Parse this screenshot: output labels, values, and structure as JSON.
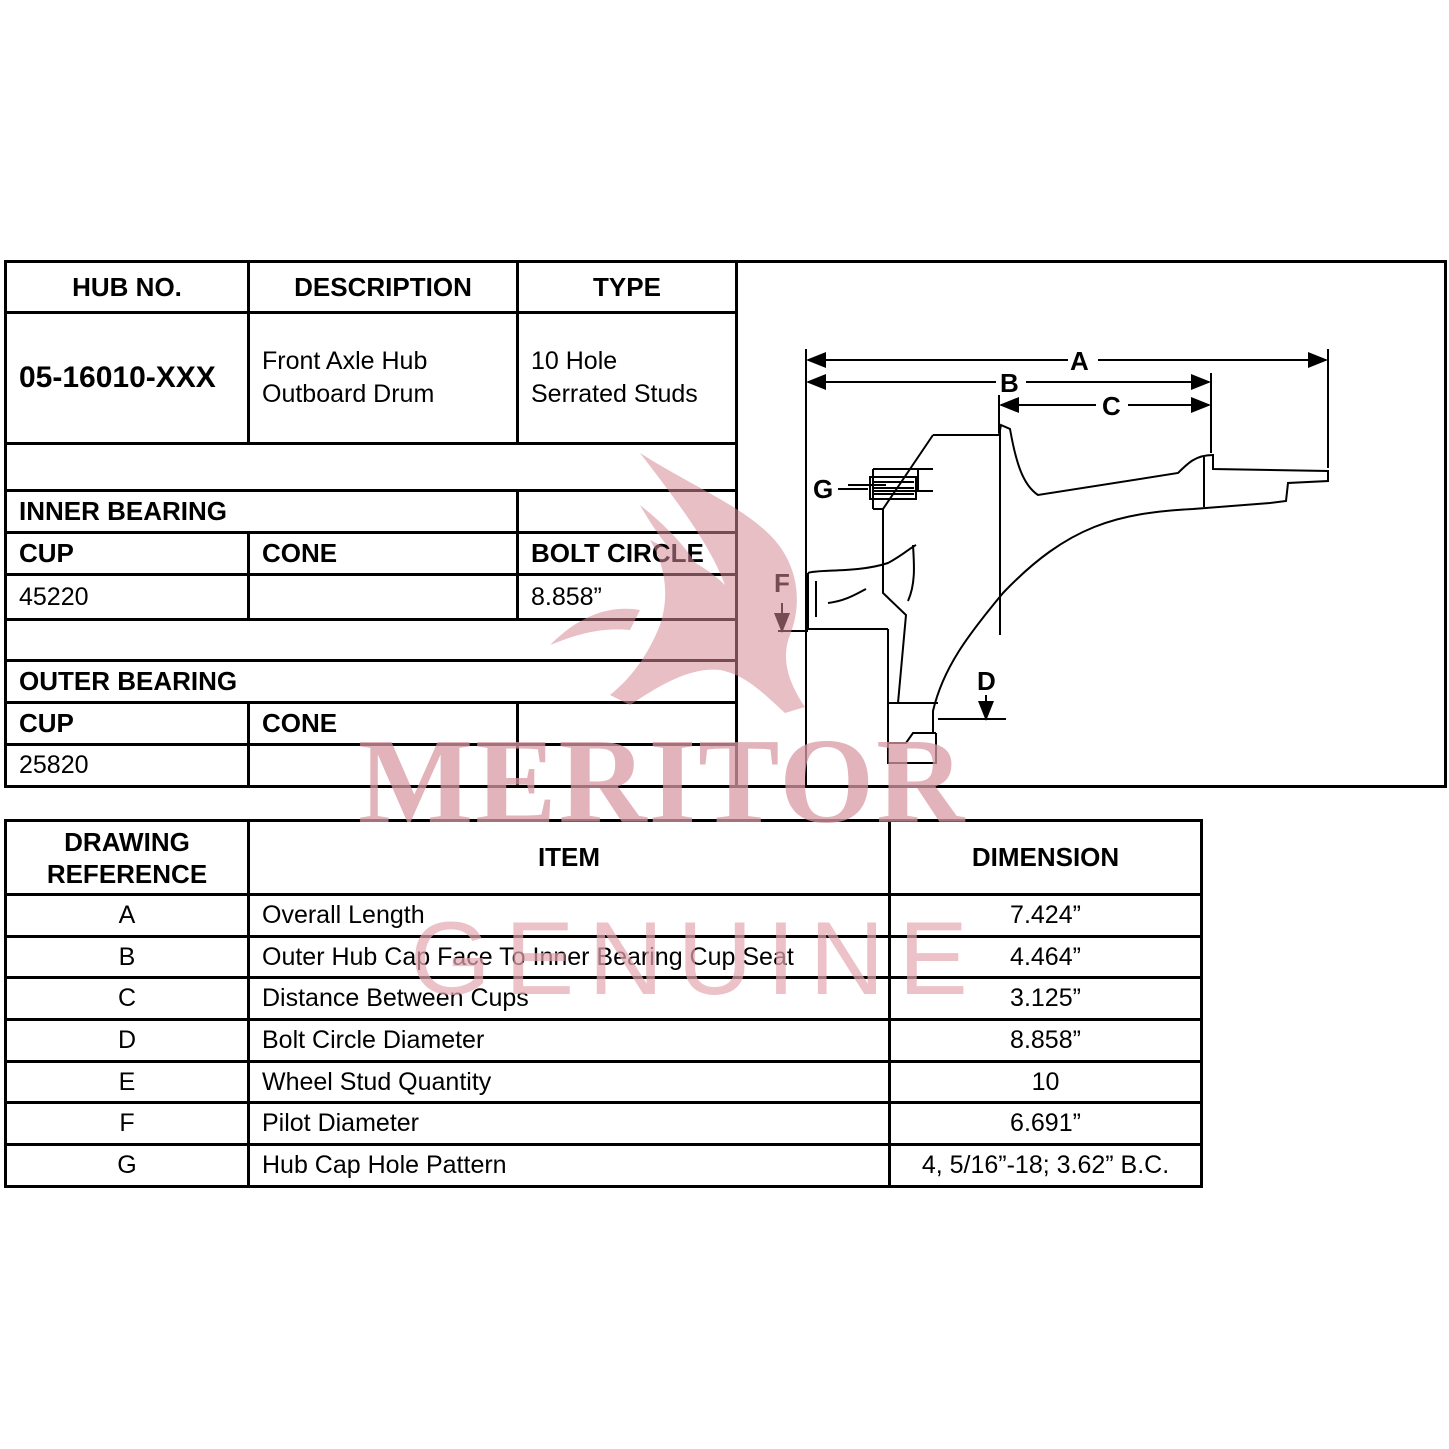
{
  "spec": {
    "headers": {
      "hub_no": "HUB NO.",
      "description": "DESCRIPTION",
      "type": "TYPE"
    },
    "hub_no": "05-16010-XXX",
    "description": [
      "Front Axle Hub",
      "Outboard Drum"
    ],
    "type": [
      "10 Hole",
      "Serrated Studs"
    ],
    "inner_bearing": {
      "title": "INNER BEARING",
      "cup_label": "CUP",
      "cone_label": "CONE",
      "bolt_circle_label": "BOLT CIRCLE",
      "cup": "45220",
      "cone": "",
      "bolt_circle": "8.858”"
    },
    "outer_bearing": {
      "title": "OUTER BEARING",
      "cup_label": "CUP",
      "cone_label": "CONE",
      "cup": "25820",
      "cone": ""
    }
  },
  "drawing": {
    "labels": {
      "a": "A",
      "b": "B",
      "c": "C",
      "d": "D",
      "f": "F",
      "g": "G"
    }
  },
  "dimensions": {
    "headers": {
      "ref": [
        "DRAWING",
        "REFERENCE"
      ],
      "item": "ITEM",
      "dimension": "DIMENSION"
    },
    "rows": [
      {
        "ref": "A",
        "item": "Overall Length",
        "dimension": "7.424”"
      },
      {
        "ref": "B",
        "item": "Outer Hub Cap Face To Inner Bearing Cup Seat",
        "dimension": "4.464”"
      },
      {
        "ref": "C",
        "item": "Distance Between Cups",
        "dimension": "3.125”"
      },
      {
        "ref": "D",
        "item": "Bolt Circle Diameter",
        "dimension": "8.858”"
      },
      {
        "ref": "E",
        "item": "Wheel Stud Quantity",
        "dimension": "10"
      },
      {
        "ref": "F",
        "item": "Pilot Diameter",
        "dimension": "6.691”"
      },
      {
        "ref": "G",
        "item": "Hub Cap Hole Pattern",
        "dimension": "4, 5/16”-18; 3.62” B.C."
      }
    ]
  },
  "watermark": {
    "brand": "MERITOR",
    "sub": "GENUINE",
    "color": "#d99aa4"
  }
}
